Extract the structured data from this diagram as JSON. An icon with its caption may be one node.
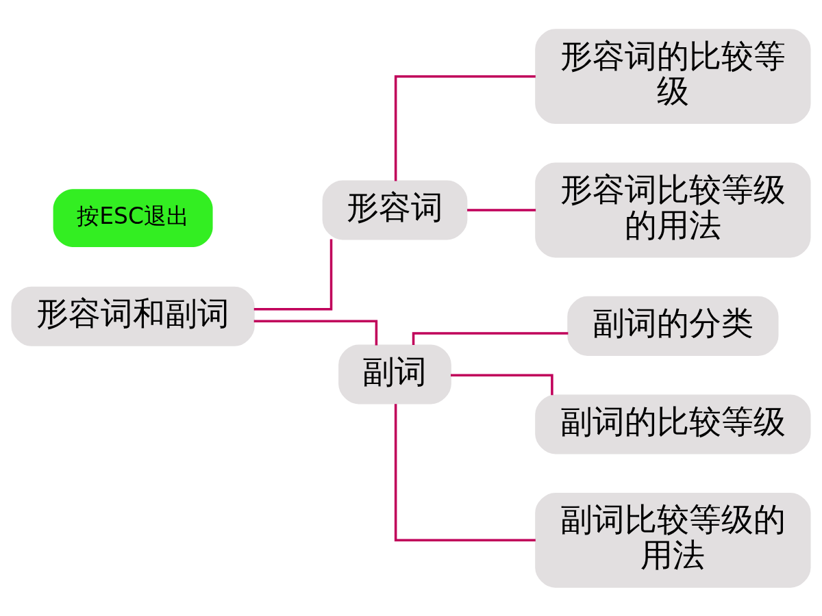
{
  "diagram": {
    "nodes": [
      {
        "text": [
          "形容词和副词"
        ]
      },
      {
        "text": [
          "形容词"
        ]
      },
      {
        "text": [
          "形容词的比较等级"
        ]
      },
      {
        "text": [
          "形容词比较等级的用法"
        ]
      },
      {
        "text": [
          "副词"
        ]
      },
      {
        "text": [
          "副词的分类"
        ]
      },
      {
        "text": [
          "副词的比较等级"
        ]
      },
      {
        "text": [
          "副词比较等级的用法"
        ]
      }
    ],
    "edges": [
      {
        "from": 0,
        "to": 1,
        "arrow": "none"
      },
      {
        "from": 1,
        "to": 2,
        "arrow": "none"
      },
      {
        "from": 1,
        "to": 3,
        "arrow": "none"
      },
      {
        "from": 0,
        "to": 4,
        "arrow": "none"
      },
      {
        "from": 4,
        "to": 5,
        "arrow": "none"
      },
      {
        "from": 4,
        "to": 6,
        "arrow": "none"
      },
      {
        "from": 4,
        "to": 7,
        "arrow": "none"
      }
    ],
    "labels": [
      "按ESC退出"
    ]
  }
}
